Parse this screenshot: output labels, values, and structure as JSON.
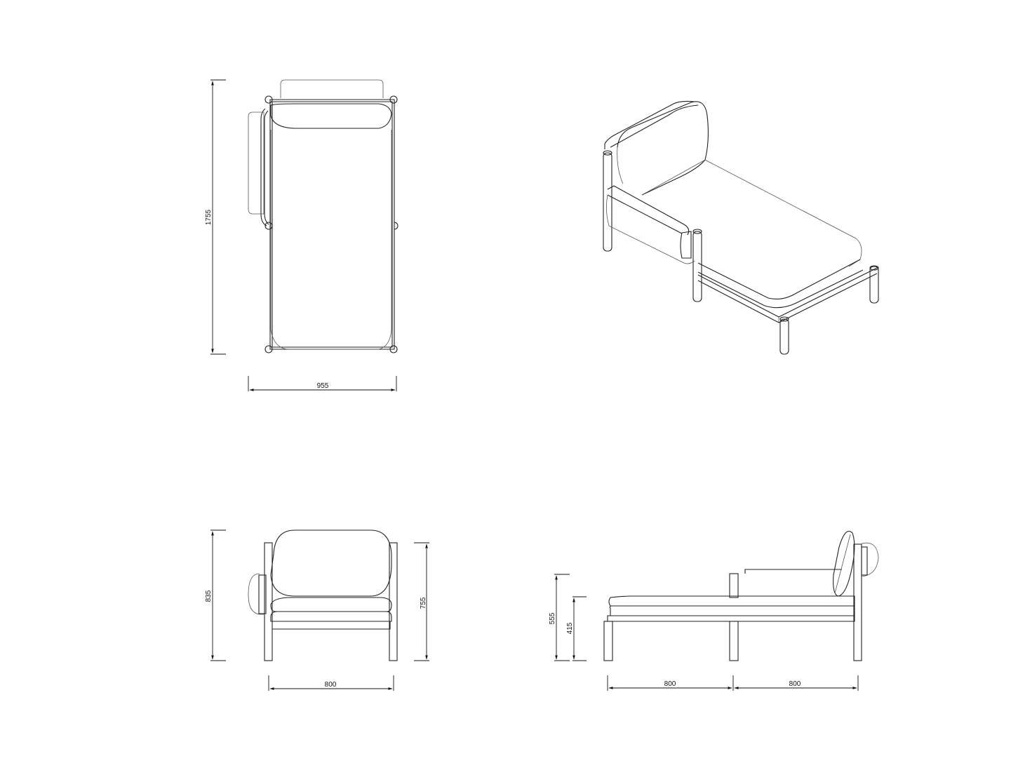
{
  "drawing": {
    "subject": "chaise lounge with backrest and armrest",
    "views": [
      {
        "id": "top-view",
        "dimensions": {
          "depth": "1755",
          "width": "955"
        }
      },
      {
        "id": "isometric-view"
      },
      {
        "id": "front-view",
        "dimensions": {
          "overall_height": "835",
          "frame_height": "755",
          "width": "800"
        }
      },
      {
        "id": "side-view",
        "dimensions": {
          "arm_height": "555",
          "seat_height": "415",
          "section_a": "800",
          "section_b": "800"
        }
      }
    ],
    "line_color": "#222222",
    "background": "#ffffff"
  }
}
